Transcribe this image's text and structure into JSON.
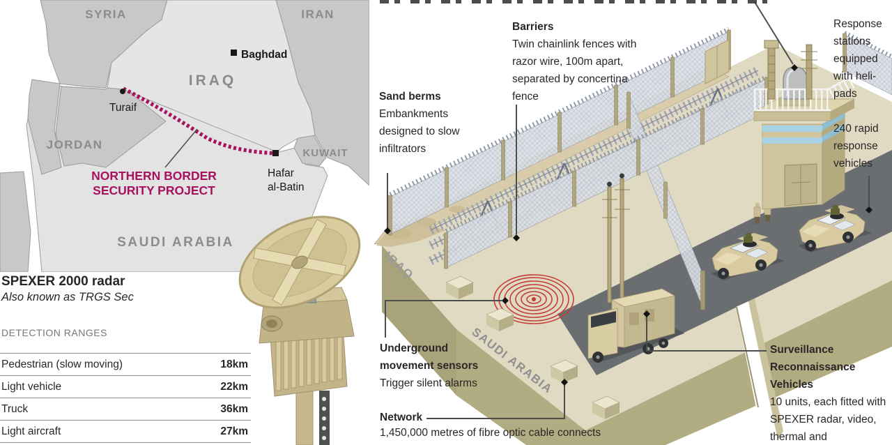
{
  "map": {
    "accent_color": "#a6125e",
    "countries": {
      "syria": "SYRIA",
      "iran": "IRAN",
      "iraq": "IRAQ",
      "jordan": "JORDAN",
      "kuwait": "KUWAIT",
      "saudi_arabia": "SAUDI ARABIA"
    },
    "cities": {
      "baghdad": "Baghdad",
      "turaif": "Turaif",
      "hafar_line1": "Hafar",
      "hafar_line2": "al-Batin"
    },
    "project": {
      "line1": "NORTHERN BORDER",
      "line2": "SECURITY PROJECT"
    }
  },
  "radar": {
    "title": "SPEXER 2000 radar",
    "subtitle": "Also known as TRGS Sec",
    "table_header": "DETECTION RANGES",
    "rows": [
      {
        "label": "Pedestrian (slow moving)",
        "value": "18km"
      },
      {
        "label": "Light vehicle",
        "value": "22km"
      },
      {
        "label": "Truck",
        "value": "36km"
      },
      {
        "label": "Light aircraft",
        "value": "27km"
      }
    ]
  },
  "scene": {
    "region_labels": {
      "iraq": "IRAQ",
      "saudi_arabia": "SAUDI ARABIA"
    },
    "annotations": {
      "sand_berms": {
        "title": "Sand berms",
        "body": "Embankments designed to slow infiltrators"
      },
      "barriers": {
        "title": "Barriers",
        "body": "Twin chainlink fences with razor wire, 100m apart, separated by concertina fence"
      },
      "response_stations": {
        "body": "Response stations equipped with heli-pads"
      },
      "rapid_response": {
        "body": "240 rapid response vehicles"
      },
      "underground_sensors": {
        "title": "Underground movement sensors",
        "body": "Trigger silent alarms"
      },
      "network": {
        "title": "Network",
        "body": "1,450,000 metres of fibre optic cable connects"
      },
      "surveillance_vehicles": {
        "title": "Surveillance Reconnaissance Vehicles",
        "body": "10 units, each fitted with SPEXER radar, video, thermal and"
      }
    }
  }
}
